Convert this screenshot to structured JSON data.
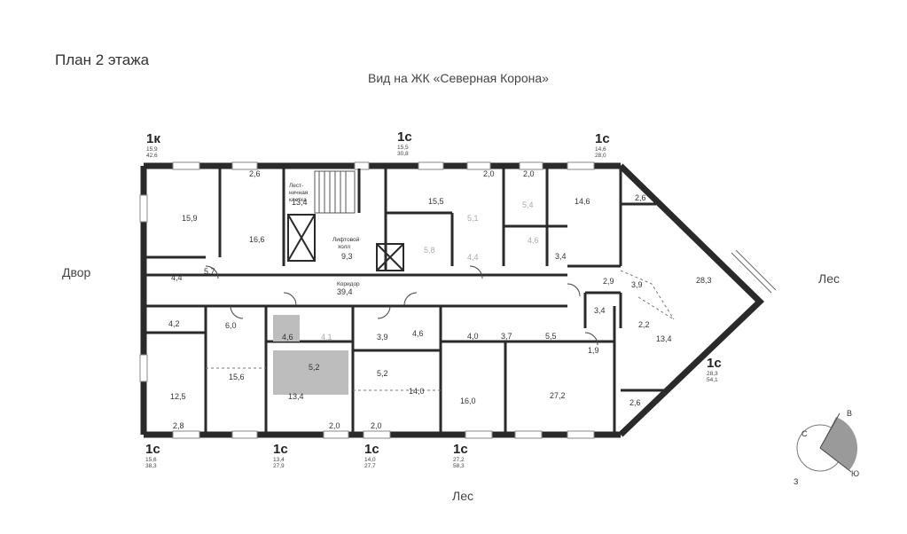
{
  "title": "План 2 этажа",
  "view_top": "Вид на ЖК «Северная Корона»",
  "dir_left": "Двор",
  "dir_right": "Лес",
  "dir_bottom": "Лес",
  "compass": {
    "n": "С",
    "e": "В",
    "s": "Ю",
    "w": "З"
  },
  "units": [
    {
      "type": "1к",
      "a": "15,9",
      "b": "42,6"
    },
    {
      "type": "1с",
      "a": "15,5",
      "b": "30,8"
    },
    {
      "type": "1с",
      "a": "14,6",
      "b": "28,0"
    },
    {
      "type": "1с",
      "a": "28,3",
      "b": "54,1"
    },
    {
      "type": "1с",
      "a": "15,6",
      "b": "38,3"
    },
    {
      "type": "1с",
      "a": "13,4",
      "b": "27,9"
    },
    {
      "type": "1с",
      "a": "14,0",
      "b": "27,7"
    },
    {
      "type": "1с",
      "a": "27,2",
      "b": "58,3"
    }
  ],
  "rooms": {
    "r2_6a": "2,6",
    "r15_9": "15,9",
    "r16_6": "16,6",
    "stair_label_1": "Лест-",
    "stair_label_2": "ничная",
    "stair_label_3": "клетка",
    "r13_4s": "13,4",
    "lift_1": "Лифтовой",
    "lift_2": "холл",
    "r9_3": "9,3",
    "r15_5": "15,5",
    "r5_1": "5,1",
    "r5_8": "5,8",
    "r4_4a": "4,4",
    "r2_0a": "2,0",
    "r2_0b": "2,0",
    "r5_4": "5,4",
    "r14_6": "14,6",
    "r4_6a": "4,6",
    "r3_4a": "3,4",
    "r2_6b": "2,6",
    "r28_3": "28,3",
    "r4_4b": "4,4",
    "r5_7": "5,7",
    "corr_label": "Коридор",
    "corr_area": "39,4",
    "r2_9": "2,9",
    "r3_9a": "3,9",
    "r3_4b": "3,4",
    "r2_2": "2,2",
    "r13_4b": "13,4",
    "r4_2": "4,2",
    "r6_0": "6,0",
    "r12_5": "12,5",
    "r15_6": "15,6",
    "r2_8": "2,8",
    "r4_6b": "4,6",
    "r4_1": "4,1",
    "r5_2a": "5,2",
    "r13_4a": "13,4",
    "r2_0c": "2,0",
    "r3_9b": "3,9",
    "r4_6c": "4,6",
    "r5_2b": "5,2",
    "r14_0": "14,0",
    "r2_0d": "2,0",
    "r4_0": "4,0",
    "r3_7": "3,7",
    "r5_5": "5,5",
    "r16_0": "16,0",
    "r27_2": "27,2",
    "r1_9": "1,9",
    "r2_6c": "2,6"
  }
}
